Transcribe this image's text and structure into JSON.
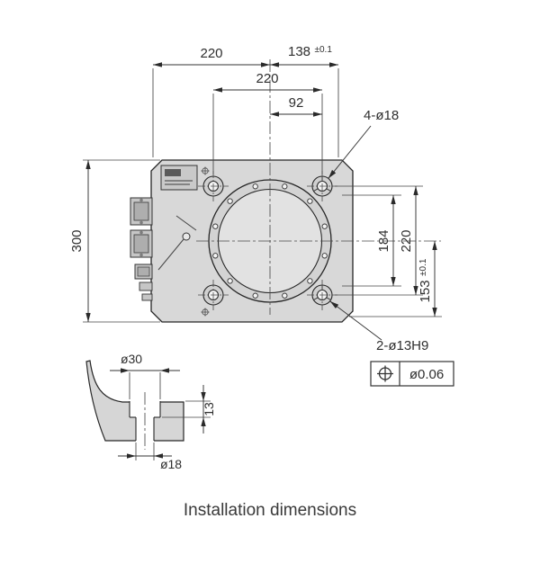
{
  "caption": "Installation dimensions",
  "dims": {
    "w220a": "220",
    "w138": {
      "v": "138",
      "t": "±0.1"
    },
    "w220b": "220",
    "w92": "92",
    "h300": "300",
    "h184": "184",
    "h220": "220",
    "h153": {
      "v": "153",
      "t": "±0.1"
    },
    "holes4": "4-ø18",
    "holes2": "2-ø13H9",
    "gdt_value": "ø0.06",
    "s30": "ø30",
    "s13": "13",
    "s18": "ø18"
  },
  "colors": {
    "plate": "#d8d8d8",
    "flange_ring": "#d3d3d3",
    "flange_face": "#e2e2e2",
    "hole_face": "#f4f4f4",
    "line": "#262626"
  }
}
